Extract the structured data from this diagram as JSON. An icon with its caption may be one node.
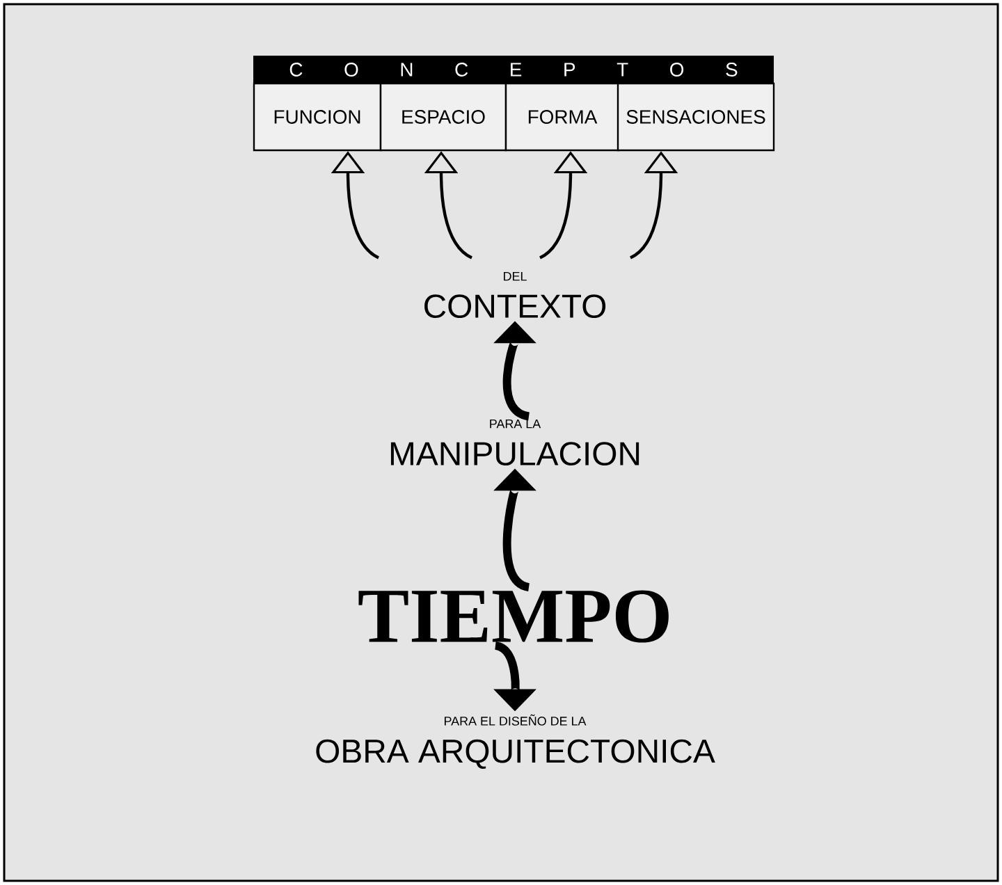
{
  "diagram": {
    "nodes": [
      {
        "text": [
          "C O N C E P T O S"
        ]
      },
      {
        "text": [
          "FUNCION"
        ]
      },
      {
        "text": [
          "ESPACIO"
        ]
      },
      {
        "text": [
          "FORMA"
        ]
      },
      {
        "text": [
          "SENSACIONES"
        ]
      },
      {
        "text": [
          "DEL",
          "CONTEXTO"
        ]
      },
      {
        "text": [
          "PARA LA",
          "MANIPULACION"
        ]
      },
      {
        "text": [
          "TIEMPO"
        ]
      },
      {
        "text": [
          "PARA EL DISEÑO DE LA",
          "OBRA ARQUITECTONICA"
        ]
      }
    ],
    "edges": [
      {
        "from": 5,
        "to": 1,
        "arrow": "to"
      },
      {
        "from": 5,
        "to": 2,
        "arrow": "to"
      },
      {
        "from": 5,
        "to": 3,
        "arrow": "to"
      },
      {
        "from": 5,
        "to": 4,
        "arrow": "to"
      },
      {
        "from": 6,
        "to": 5,
        "arrow": "to",
        "style": "thick"
      },
      {
        "from": 7,
        "to": 6,
        "arrow": "to",
        "style": "thick"
      },
      {
        "from": 7,
        "to": 8,
        "arrow": "to",
        "style": "thick"
      }
    ]
  }
}
